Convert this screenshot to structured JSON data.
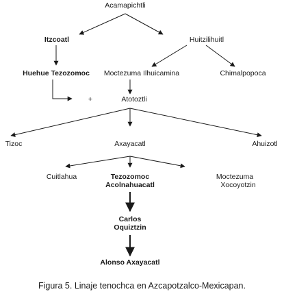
{
  "people": {
    "acamapichtli": "Acamapichtli",
    "itzcoatl": "Itzcoatl",
    "huitzilihuitl": "Huitzilihuitl",
    "huehue_tezozomoc": "Huehue Tezozomoc",
    "moctezuma_ilhuicamina": "Moctezuma Ilhuicamina",
    "chimalpopoca": "Chimalpopoca",
    "atotoztli": "Atotoztli",
    "tizoc": "Tizoc",
    "axayacatl": "Axayacatl",
    "ahuizotl": "Ahuizotl",
    "cuitlahua": "Cuitlahua",
    "tezozomoc_line1": "Tezozomoc",
    "tezozomoc_line2": "Acolnahuacatl",
    "moctezuma_x_line1": "Moctezuma",
    "moctezuma_x_line2": "Xocoyotzin",
    "carlos_line1": "Carlos",
    "carlos_line2": "Oquiztzin",
    "alonso": "Alonso Axayacatl"
  },
  "plus_sign": "+",
  "caption": "Figura 5. Linaje tenochca en Azcapotzalco-Mexicapan.",
  "colors": {
    "text": "#1a1a1a",
    "lines": "#1a1a1a"
  }
}
